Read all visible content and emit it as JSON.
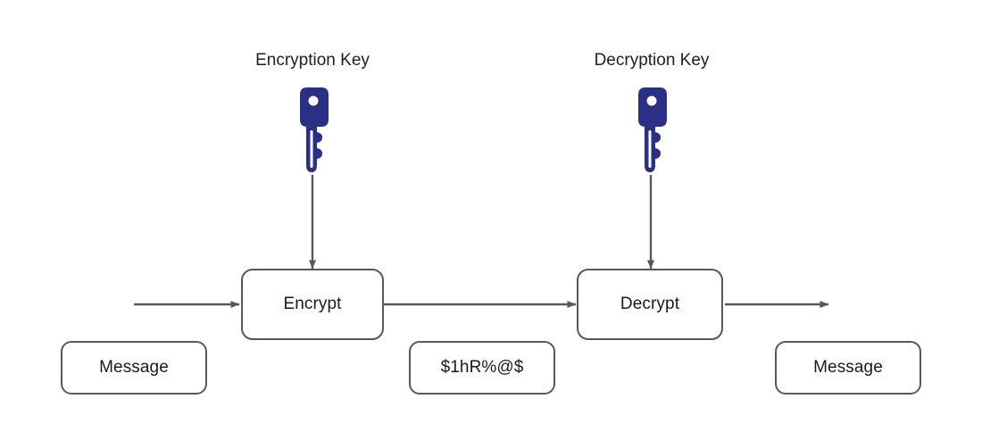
{
  "diagram": {
    "title_present": false,
    "background_color": "#ffffff",
    "stroke_color": "#595959",
    "text_color": "#1f1f1f",
    "key_color": "#2B3087",
    "labels": {
      "encryption_key": "Encryption Key",
      "decryption_key": "Decryption Key"
    },
    "nodes": {
      "message_in": "Message",
      "encrypt": "Encrypt",
      "ciphertext": "$1hR%@$",
      "decrypt": "Decrypt",
      "message_out": "Message"
    },
    "icons": {
      "encryption_key_icon": "key-icon",
      "decryption_key_icon": "key-icon"
    },
    "edges": [
      {
        "name": "plaintext-into-encrypt",
        "from": "message_in",
        "to": "encrypt",
        "direction": "right"
      },
      {
        "name": "encryption-key-into-encrypt",
        "from": "encryption_key",
        "to": "encrypt",
        "direction": "down"
      },
      {
        "name": "encrypt-to-decrypt",
        "from": "encrypt",
        "to": "decrypt",
        "direction": "right"
      },
      {
        "name": "decryption-key-into-decrypt",
        "from": "decryption_key",
        "to": "decrypt",
        "direction": "down"
      },
      {
        "name": "decrypt-to-message-out",
        "from": "decrypt",
        "to": "message_out",
        "direction": "right"
      }
    ]
  }
}
